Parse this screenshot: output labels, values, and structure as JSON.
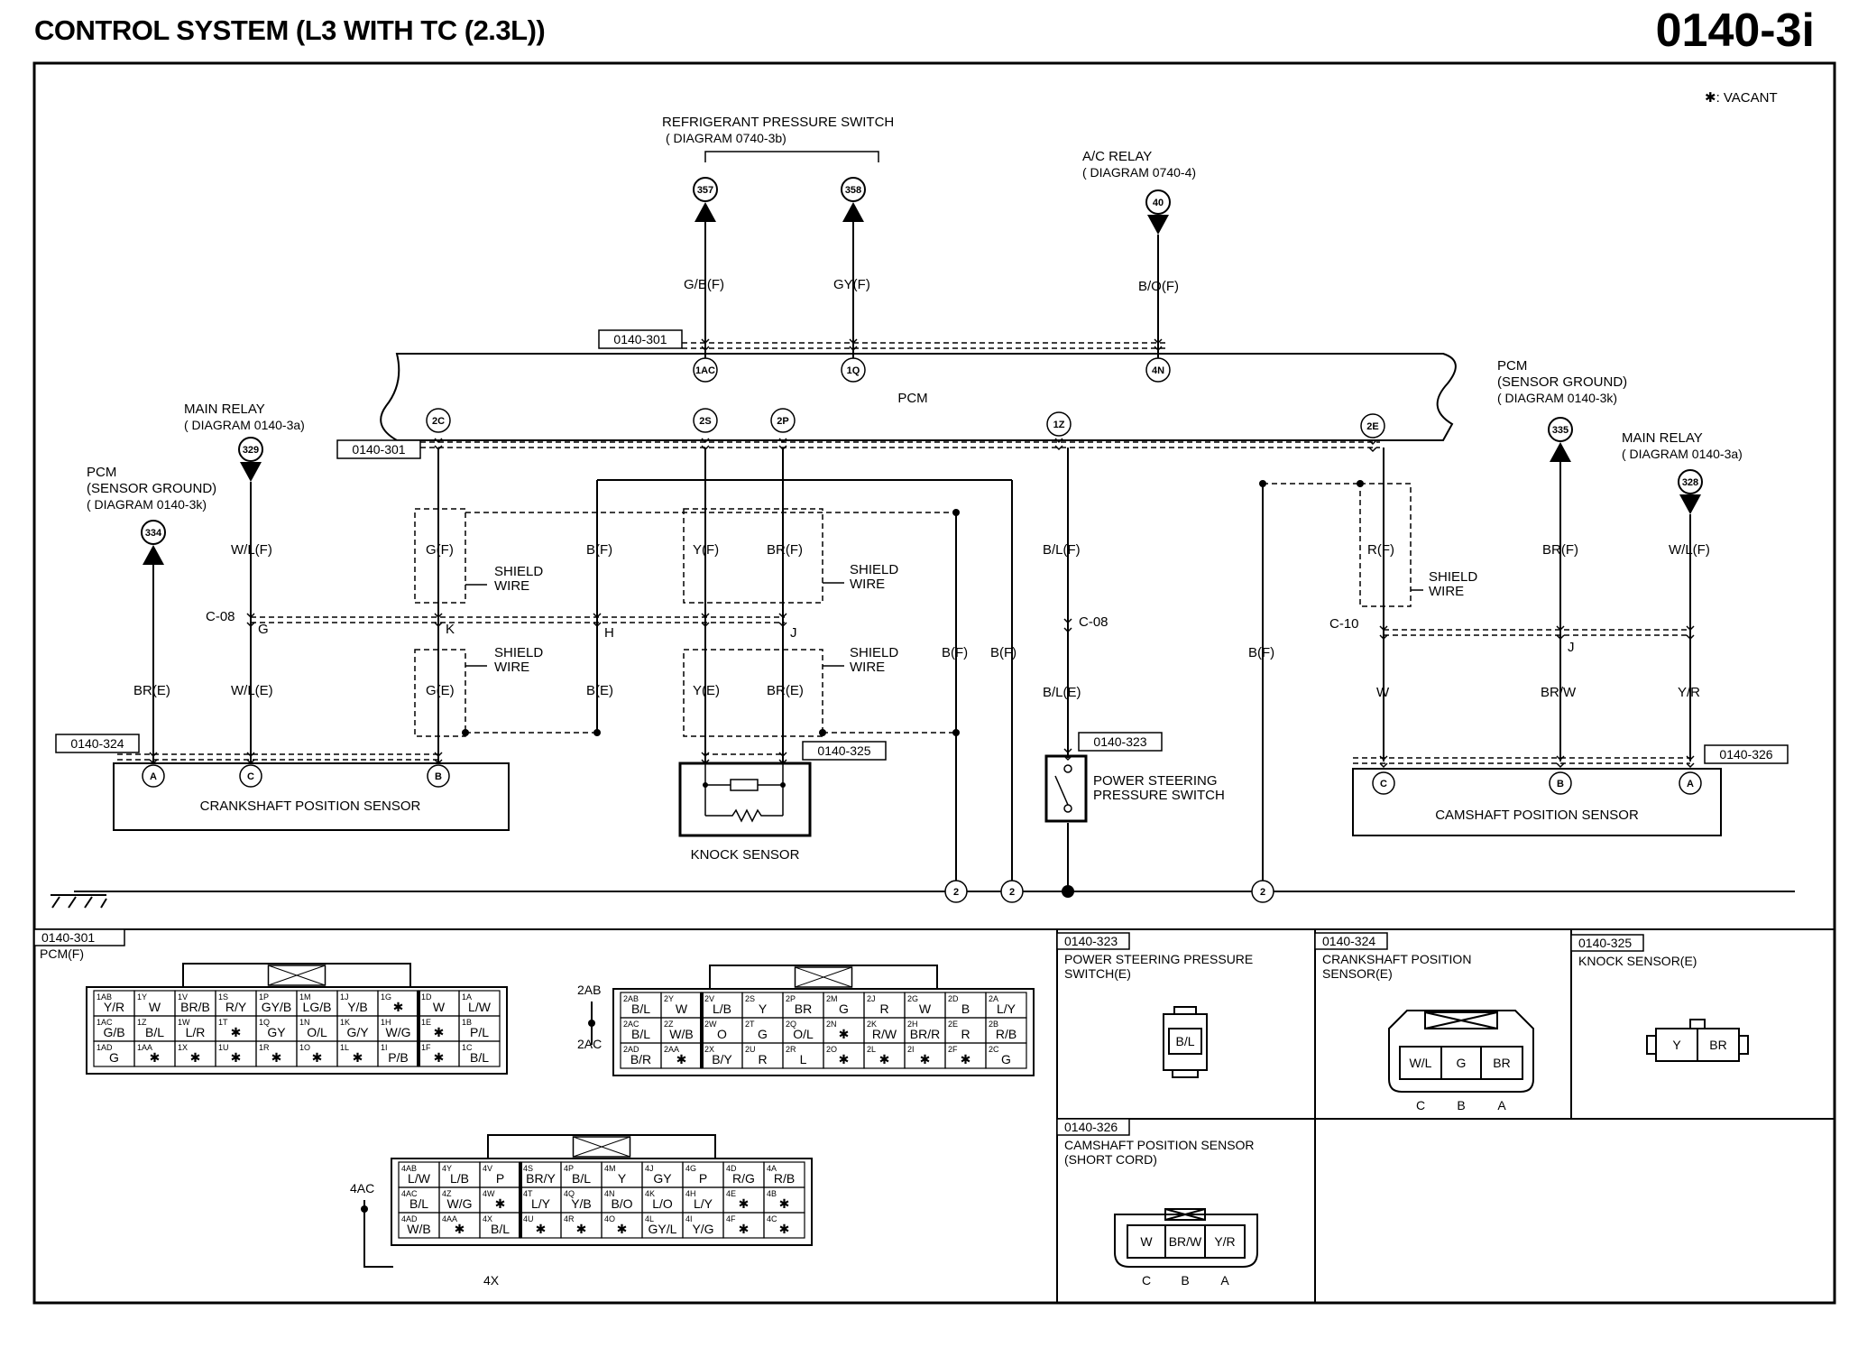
{
  "header": {
    "title": "CONTROL SYSTEM (L3 WITH TC (2.3L))",
    "page_code": "0140-3i"
  },
  "legend": {
    "vacant": "✱: VACANT"
  },
  "top_refs": {
    "refrigerant_switch": {
      "label": "REFRIGERANT PRESSURE SWITCH",
      "diagram": "( DIAGRAM 0740-3b)",
      "pins": [
        "357",
        "358"
      ]
    },
    "ac_relay": {
      "label": "A/C RELAY",
      "diagram": "( DIAGRAM 0740-4)",
      "pin": "40"
    },
    "main_relay_left": {
      "label": "MAIN RELAY",
      "diagram": "( DIAGRAM 0140-3a)",
      "pin": "329"
    },
    "pcm_ground_left": {
      "label1": "PCM",
      "label2": "(SENSOR GROUND)",
      "diagram": "( DIAGRAM 0140-3k)",
      "pin": "334"
    },
    "pcm_ground_right": {
      "label1": "PCM",
      "label2": "(SENSOR GROUND)",
      "diagram": "( DIAGRAM 0140-3k)",
      "pin": "335"
    },
    "main_relay_right": {
      "label": "MAIN RELAY",
      "diagram": "( DIAGRAM 0140-3a)",
      "pin": "328"
    }
  },
  "pcm": {
    "label": "PCM",
    "top_pins": [
      "1AC",
      "1Q",
      "4N"
    ],
    "bottom_pins": [
      "2C",
      "2S",
      "2P",
      "1Z",
      "2E"
    ],
    "conn_top": "0140-301",
    "conn_bottom": "0140-301"
  },
  "wires": {
    "gbf": "G/B(F)",
    "gyf": "GY(F)",
    "bof": "B/O(F)",
    "wlf_l": "W/L(F)",
    "wle_l": "W/L(E)",
    "bre_l": "BR(E)",
    "gf": "G(F)",
    "ge": "G(E)",
    "bf1": "B(F)",
    "be1": "B(E)",
    "yf": "Y(F)",
    "ye": "Y(E)",
    "brf": "BR(F)",
    "bre2": "BR(E)",
    "bf2": "B(F)",
    "bf3": "B(F)",
    "blf": "B/L(F)",
    "ble": "B/L(E)",
    "bf4": "B(F)",
    "rf": "R(F)",
    "w": "W",
    "brf_r": "BR(F)",
    "brw": "BR/W",
    "wlf_r": "W/L(F)",
    "yr": "Y/R"
  },
  "junctions": {
    "c08": "C-08",
    "c08b": "C-08",
    "c10": "C-10",
    "g": "G",
    "k": "K",
    "h": "H",
    "j1": "J",
    "j2": "J"
  },
  "shield_label": [
    "SHIELD",
    "WIRE"
  ],
  "components": {
    "crank": {
      "label": "CRANKSHAFT POSITION SENSOR",
      "conn": "0140-324",
      "pins": [
        "A",
        "C",
        "B"
      ]
    },
    "knock": {
      "label": "KNOCK SENSOR",
      "conn": "0140-325"
    },
    "ps_switch": {
      "label1": "POWER STEERING",
      "label2": "PRESSURE SWITCH",
      "conn": "0140-323"
    },
    "cam": {
      "label": "CAMSHAFT POSITION SENSOR",
      "conn": "0140-326",
      "pins": [
        "C",
        "B",
        "A"
      ]
    },
    "ground_ref": "2"
  },
  "panels": {
    "pcm_conn": {
      "code": "0140-301",
      "title": "PCM(F)"
    },
    "ps": {
      "code": "0140-323",
      "title1": "POWER STEERING PRESSURE",
      "title2": "SWITCH(E)",
      "pin": "B/L"
    },
    "crank": {
      "code": "0140-324",
      "title1": "CRANKSHAFT POSITION",
      "title2": "SENSOR(E)",
      "pins": [
        "W/L",
        "G",
        "BR"
      ],
      "letters": [
        "C",
        "B",
        "A"
      ]
    },
    "knock": {
      "code": "0140-325",
      "title": "KNOCK SENSOR(E)",
      "pins": [
        "Y",
        "BR"
      ]
    },
    "cam": {
      "code": "0140-326",
      "title1": "CAMSHAFT POSITION SENSOR",
      "title2": "(SHORT CORD)",
      "pins": [
        "W",
        "BR/W",
        "Y/R"
      ],
      "letters": [
        "C",
        "B",
        "A"
      ]
    }
  },
  "conn1": {
    "rows": [
      [
        [
          "1AB",
          "Y/R"
        ],
        [
          "1Y",
          "W"
        ],
        [
          "1V",
          "BR/B"
        ],
        [
          "1S",
          "R/Y"
        ],
        [
          "1P",
          "GY/B"
        ],
        [
          "1M",
          "LG/B"
        ],
        [
          "1J",
          "Y/B"
        ],
        [
          "1G",
          "✱"
        ],
        [
          "1D",
          "W"
        ],
        [
          "1A",
          "L/W"
        ]
      ],
      [
        [
          "1AC",
          "G/B"
        ],
        [
          "1Z",
          "B/L"
        ],
        [
          "1W",
          "L/R"
        ],
        [
          "1T",
          "✱"
        ],
        [
          "1Q",
          "GY"
        ],
        [
          "1N",
          "O/L"
        ],
        [
          "1K",
          "G/Y"
        ],
        [
          "1H",
          "W/G"
        ],
        [
          "1E",
          "✱"
        ],
        [
          "1B",
          "P/L"
        ]
      ],
      [
        [
          "1AD",
          "G"
        ],
        [
          "1AA",
          "✱"
        ],
        [
          "1X",
          "✱"
        ],
        [
          "1U",
          "✱"
        ],
        [
          "1R",
          "✱"
        ],
        [
          "1O",
          "✱"
        ],
        [
          "1L",
          "✱"
        ],
        [
          "1I",
          "P/B"
        ],
        [
          "1F",
          "✱"
        ],
        [
          "1C",
          "B/L"
        ]
      ]
    ]
  },
  "conn2": {
    "side_top": "2AB",
    "side_bottom": "2AC",
    "rows": [
      [
        [
          "2AB",
          "B/L"
        ],
        [
          "2Y",
          "W"
        ],
        [
          "2V",
          "L/B"
        ],
        [
          "2S",
          "Y"
        ],
        [
          "2P",
          "BR"
        ],
        [
          "2M",
          "G"
        ],
        [
          "2J",
          "R"
        ],
        [
          "2G",
          "W"
        ],
        [
          "2D",
          "B"
        ],
        [
          "2A",
          "L/Y"
        ]
      ],
      [
        [
          "2AC",
          "B/L"
        ],
        [
          "2Z",
          "W/B"
        ],
        [
          "2W",
          "O"
        ],
        [
          "2T",
          "G"
        ],
        [
          "2Q",
          "O/L"
        ],
        [
          "2N",
          "✱"
        ],
        [
          "2K",
          "R/W"
        ],
        [
          "2H",
          "BR/R"
        ],
        [
          "2E",
          "R"
        ],
        [
          "2B",
          "R/B"
        ]
      ],
      [
        [
          "2AD",
          "B/R"
        ],
        [
          "2AA",
          "✱"
        ],
        [
          "2X",
          "B/Y"
        ],
        [
          "2U",
          "R"
        ],
        [
          "2R",
          "L"
        ],
        [
          "2O",
          "✱"
        ],
        [
          "2L",
          "✱"
        ],
        [
          "2I",
          "✱"
        ],
        [
          "2F",
          "✱"
        ],
        [
          "2C",
          "G"
        ]
      ]
    ]
  },
  "conn4": {
    "side_top": "4AC",
    "side_bottom": "4X",
    "rows": [
      [
        [
          "4AB",
          "L/W"
        ],
        [
          "4Y",
          "L/B"
        ],
        [
          "4V",
          "P"
        ],
        [
          "4S",
          "BR/Y"
        ],
        [
          "4P",
          "B/L"
        ],
        [
          "4M",
          "Y"
        ],
        [
          "4J",
          "GY"
        ],
        [
          "4G",
          "P"
        ],
        [
          "4D",
          "R/G"
        ],
        [
          "4A",
          "R/B"
        ]
      ],
      [
        [
          "4AC",
          "B/L"
        ],
        [
          "4Z",
          "W/G"
        ],
        [
          "4W",
          "✱"
        ],
        [
          "4T",
          "L/Y"
        ],
        [
          "4Q",
          "Y/B"
        ],
        [
          "4N",
          "B/O"
        ],
        [
          "4K",
          "L/O"
        ],
        [
          "4H",
          "L/Y"
        ],
        [
          "4E",
          "✱"
        ],
        [
          "4B",
          "✱"
        ]
      ],
      [
        [
          "4AD",
          "W/B"
        ],
        [
          "4AA",
          "✱"
        ],
        [
          "4X",
          "B/L"
        ],
        [
          "4U",
          "✱"
        ],
        [
          "4R",
          "✱"
        ],
        [
          "4O",
          "✱"
        ],
        [
          "4L",
          "GY/L"
        ],
        [
          "4I",
          "Y/G"
        ],
        [
          "4F",
          "✱"
        ],
        [
          "4C",
          "✱"
        ]
      ]
    ]
  }
}
